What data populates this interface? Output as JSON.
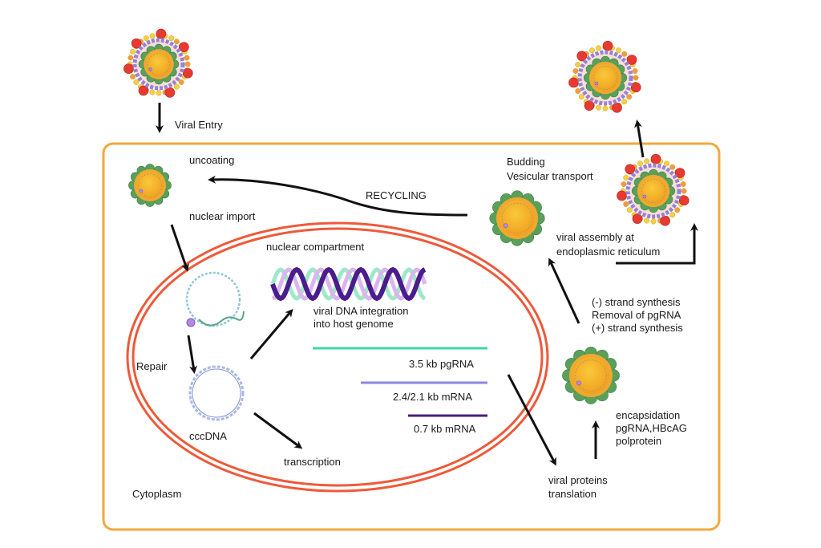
{
  "diagram": {
    "title": "Hepatitis B virus life cycle",
    "colors": {
      "cell_border": "#f2a93b",
      "nucleus_border": "#ee5a3a",
      "arrow": "#111111",
      "capsid_core": "#f5b52a",
      "capsid_protein": "#5aa05a",
      "envelope": "#9b7fd6",
      "surface_antigen_red": "#e83a30",
      "surface_antigen_yellow": "#f7d044",
      "pgRNA": "#3fd6a6",
      "mRNA_2_4": "#8e86e0",
      "mRNA_0_7": "#4a1f7a",
      "dna_dark": "#4b1c8c",
      "dna_light_green": "#9fe8c7",
      "dna_light_purple": "#d9b6ec"
    },
    "labels": {
      "viral_entry": "Viral Entry",
      "uncoating": "uncoating",
      "nuclear_import": "nuclear import",
      "recycling": "RECYCLING",
      "budding": "Budding\nVesicular transport",
      "viral_assembly": "viral assembly at\nendoplasmic reticulum",
      "nuclear_compartment": "nuclear compartment",
      "integration": "viral DNA integration\ninto host genome",
      "repair": "Repair",
      "cccdna": "cccDNA",
      "transcription": "transcription",
      "strand_synthesis": "(-) strand synthesis\nRemoval of pgRNA\n(+) strand synthesis",
      "encapsidation": "encapsidation\npgRNA,HBcAG\npolprotein",
      "translation": "viral proteins\ntranslation",
      "cytoplasm": "Cytoplasm"
    },
    "transcripts": [
      {
        "label": "3.5 kb pgRNA",
        "color_key": "pgRNA"
      },
      {
        "label": "2.4/2.1 kb mRNA",
        "color_key": "mRNA_2_4"
      },
      {
        "label": "0.7 kb mRNA",
        "color_key": "mRNA_0_7"
      }
    ]
  }
}
